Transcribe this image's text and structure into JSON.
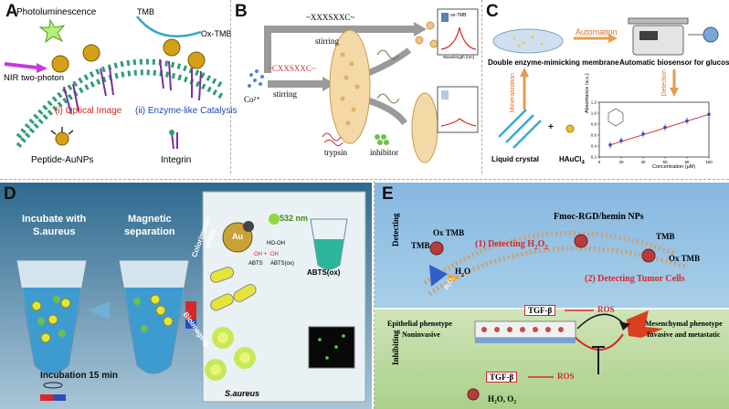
{
  "panel_a": {
    "label": "A",
    "photoluminescence": "Photoluminescence",
    "tmb": "TMB",
    "ox_tmb": "Ox-TMB",
    "nir": "NIR two-photon",
    "optical": "(i) Optical Image",
    "catalysis": "(ii) Enzyme-like Catalysis",
    "peptide": "Peptide-AuNPs",
    "integrin": "Integrin"
  },
  "panel_b": {
    "label": "B",
    "seq_top": "~XXXSXXC~",
    "seq_mid": "~CXXSXXC~",
    "stirring1": "stirring",
    "stirring2": "stirring",
    "co": "Co²⁺",
    "trypsin": "trypsin",
    "inhibitor": "inhibitor",
    "inset_label": "ox-TMB",
    "inset_axis": "Wavelength (nm)"
  },
  "panel_c": {
    "label": "C",
    "automation": "Automation",
    "membrane": "Double enzyme-mimicking membrane",
    "biosensor": "Automatic biosensor for glucose",
    "mineralization": "Mineralization",
    "detection": "Detection",
    "liquid_crystal": "Liquid crystal",
    "plus": "+",
    "haucl": "HAuCl",
    "haucl_sub": "4",
    "ylabel": "Absorbance (a.u.)",
    "xlabel": "Concentration (μM)"
  },
  "chart_data": {
    "type": "line",
    "x": [
      10,
      20,
      40,
      60,
      80,
      100
    ],
    "series": [
      {
        "values": [
          0.42,
          0.5,
          0.62,
          0.74,
          0.86,
          0.98
        ]
      }
    ],
    "xlim": [
      0,
      100
    ],
    "ylim": [
      0.2,
      1.2
    ],
    "xticks": [
      0,
      20,
      40,
      60,
      80,
      100
    ],
    "yticks": [
      0.2,
      0.4,
      0.6,
      0.8,
      1.0,
      1.2
    ],
    "xlabel": "Concentration (μM)",
    "ylabel": "Absorbance (a.u.)"
  },
  "panel_d": {
    "label": "D",
    "incubate": "Incubate with",
    "saureus": "S.aureus",
    "magnetic": "Magnetic",
    "separation": "separation",
    "incubation": "Incubation 15 min",
    "colorimetric": "Colorimetric",
    "assay": "assay",
    "bioimaging": "Bioimaging",
    "nm532": "532 nm",
    "au": "Au",
    "hooh": "HO-OH",
    "ohoh": "·OH + ·OH",
    "abts": "ABTS",
    "abtsox_small": "ABTS(ox)",
    "abtsox": "ABTS(ox)",
    "saureus_label": "S.aureus"
  },
  "panel_e": {
    "label": "E",
    "detecting": "Detecting",
    "inhibiting": "Inhibiting",
    "fmoc": "Fmoc-RGD/hemin NPs",
    "tmb_left": "TMB",
    "oxtmb_left": "Ox TMB",
    "detect_h2o2_pre": "(1) Detecting H",
    "detect_h2o2_sub1": "2",
    "detect_h2o2_mid": "O",
    "detect_h2o2_sub2": "2",
    "h2o": "H",
    "h2o_sub": "2",
    "h2o_end": "O",
    "h2o2": "H₂O₂",
    "tmb_right": "TMB",
    "oxtmb_right": "Ox TMB",
    "detect_tumor": "(2) Detecting Tumor Cells",
    "tgf1": "TGF-β",
    "ros1": "ROS",
    "epithelial": "Epithelial phenotype",
    "noninvasive": "Noninvasive",
    "mesenchymal": "Mesenchymal phenotype",
    "invasive": "Invasive and metastatic",
    "tgf2": "TGF-β",
    "ros2": "ROS",
    "h2o_o2": "H₂O, O₂"
  }
}
